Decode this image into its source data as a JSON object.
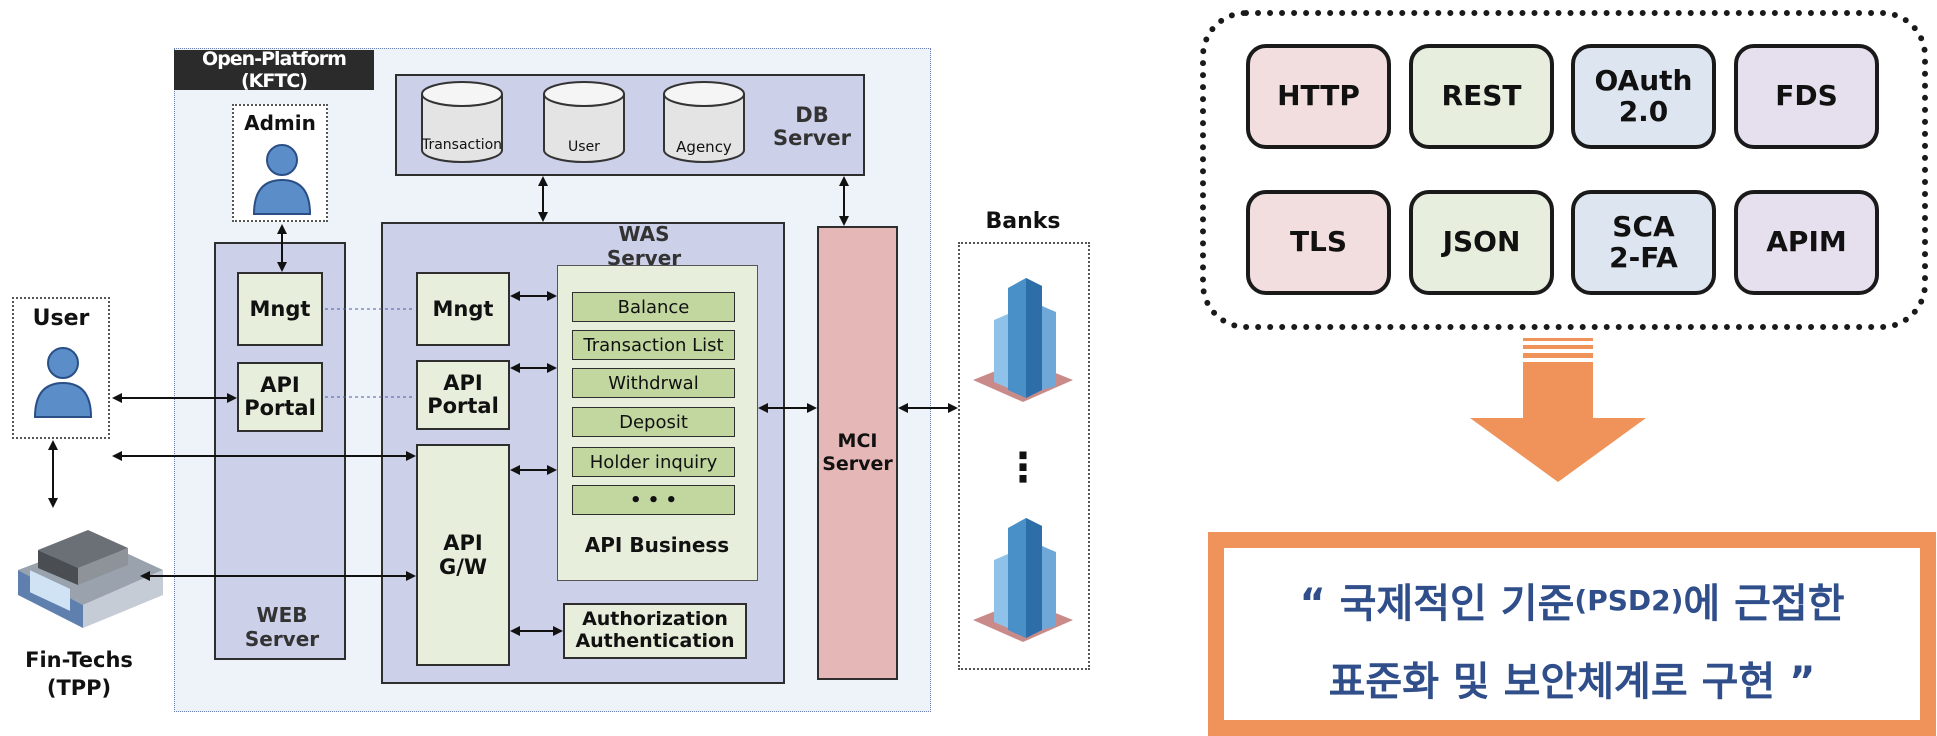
{
  "platform_label": "Open-Platform (KFTC)",
  "admin_label": "Admin",
  "user_label": "User",
  "fintech_label_line1": "Fin-Techs",
  "fintech_label_line2": "(TPP)",
  "banks_label": "Banks",
  "web_server": {
    "label": "WEB Server",
    "mngt": "Mngt",
    "api_portal_l1": "API",
    "api_portal_l2": "Portal"
  },
  "was_server": {
    "label": "WAS Server",
    "mngt": "Mngt",
    "api_portal_l1": "API",
    "api_portal_l2": "Portal",
    "api_gw_l1": "API",
    "api_gw_l2": "G/W",
    "api_business_label": "API Business",
    "business_items": [
      "Balance",
      "Transaction List",
      "Withdrwal",
      "Deposit",
      "Holder inquiry",
      "• • •"
    ],
    "auth_l1": "Authorization",
    "auth_l2": "Authentication"
  },
  "db_server": {
    "label_l1": "DB",
    "label_l2": "Server",
    "databases": [
      "Transaction",
      "User",
      "Agency"
    ]
  },
  "mci_server": {
    "label_l1": "MCI",
    "label_l2": "Server"
  },
  "bank_ellipsis": "⋮",
  "tech_items": [
    {
      "label_l1": "HTTP",
      "label_l2": "",
      "color": "#f2dede"
    },
    {
      "label_l1": "REST",
      "label_l2": "",
      "color": "#e8eedd"
    },
    {
      "label_l1": "OAuth",
      "label_l2": "2.0",
      "color": "#dde5f0"
    },
    {
      "label_l1": "FDS",
      "label_l2": "",
      "color": "#e6e0ee"
    },
    {
      "label_l1": "TLS",
      "label_l2": "",
      "color": "#f2dede"
    },
    {
      "label_l1": "JSON",
      "label_l2": "",
      "color": "#e8eedd"
    },
    {
      "label_l1": "SCA",
      "label_l2": "2-FA",
      "color": "#dde5f0"
    },
    {
      "label_l1": "APIM",
      "label_l2": "",
      "color": "#e6e0ee"
    }
  ],
  "conclusion": {
    "line1_a": "“ 국제적인 기준",
    "line1_b": "(PSD2)",
    "line1_c": "에 근접한",
    "line2": "표준화 및 보안체계로 구현 ”"
  },
  "colors": {
    "arrow_orange": "#f0935a",
    "korean_text": "#2f4e8a",
    "person": "#5b8ec9"
  }
}
